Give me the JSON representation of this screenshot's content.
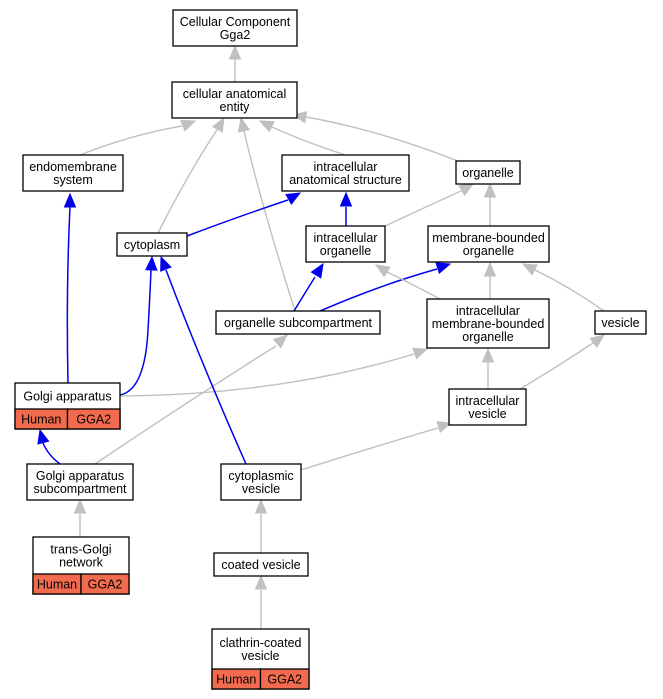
{
  "colors": {
    "is_a": "#c0c0c0",
    "part_of": "#0000ee",
    "annotation": "#f36b4f"
  },
  "nodes": {
    "root": [
      "Cellular Component",
      "Gga2"
    ],
    "cae": [
      "cellular anatomical",
      "entity"
    ],
    "endo": [
      "endomembrane",
      "system"
    ],
    "ias": [
      "intracellular",
      "anatomical structure"
    ],
    "organelle": [
      "organelle"
    ],
    "cytoplasm": [
      "cytoplasm"
    ],
    "io": [
      "intracellular",
      "organelle"
    ],
    "mbo": [
      "membrane-bounded",
      "organelle"
    ],
    "osub": [
      "organelle subcompartment"
    ],
    "imbo": [
      "intracellular",
      "membrane-bounded",
      "organelle"
    ],
    "vesicle": [
      "vesicle"
    ],
    "golgi": [
      "Golgi apparatus"
    ],
    "ivesicle": [
      "intracellular",
      "vesicle"
    ],
    "gsub": [
      "Golgi apparatus",
      "subcompartment"
    ],
    "cvesicle": [
      "cytoplasmic",
      "vesicle"
    ],
    "tgn": [
      "trans-Golgi",
      "network"
    ],
    "coated": [
      "coated vesicle"
    ],
    "ccv": [
      "clathrin-coated",
      "vesicle"
    ]
  },
  "annotations": {
    "golgi": [
      "Human",
      "GGA2"
    ],
    "tgn": [
      "Human",
      "GGA2"
    ],
    "ccv": [
      "Human",
      "GGA2"
    ]
  }
}
